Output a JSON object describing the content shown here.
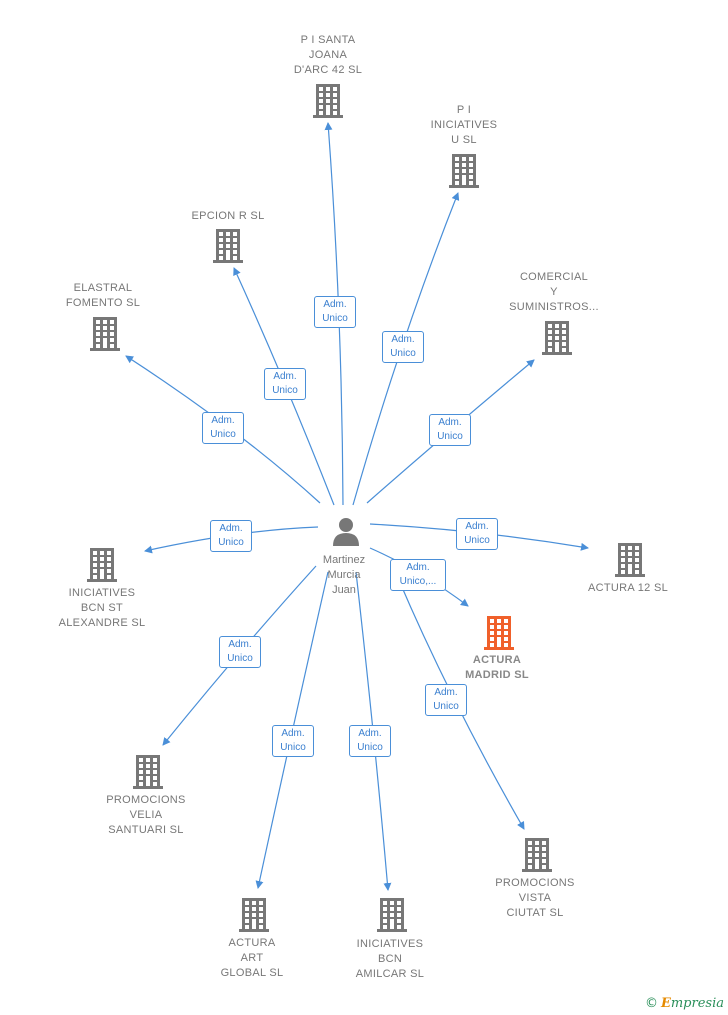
{
  "center": {
    "name_lines": [
      "Martinez",
      "Murcia",
      "Juan"
    ]
  },
  "companies": [
    {
      "id": "pi-santa-joana",
      "lines": [
        "P I SANTA",
        "JOANA",
        "D'ARC 42 SL"
      ],
      "highlight": false
    },
    {
      "id": "pi-iniciatives",
      "lines": [
        "P I",
        "INICIATIVES",
        "U SL"
      ],
      "highlight": false
    },
    {
      "id": "epcion",
      "lines": [
        "EPCION R SL"
      ],
      "highlight": false
    },
    {
      "id": "comercial",
      "lines": [
        "COMERCIAL",
        "Y",
        "SUMINISTROS..."
      ],
      "highlight": false
    },
    {
      "id": "elastral",
      "lines": [
        "ELASTRAL",
        "FOMENTO SL"
      ],
      "highlight": false
    },
    {
      "id": "iniciatives-bcn-st",
      "lines": [
        "INICIATIVES",
        "BCN ST",
        "ALEXANDRE SL"
      ],
      "highlight": false
    },
    {
      "id": "actura-12",
      "lines": [
        "ACTURA 12 SL"
      ],
      "highlight": false
    },
    {
      "id": "actura-madrid",
      "lines": [
        "ACTURA",
        "MADRID  SL"
      ],
      "highlight": true
    },
    {
      "id": "promocions-velia",
      "lines": [
        "PROMOCIONS",
        "VELIA",
        "SANTUARI SL"
      ],
      "highlight": false
    },
    {
      "id": "promocions-vista",
      "lines": [
        "PROMOCIONS",
        "VISTA",
        "CIUTAT SL"
      ],
      "highlight": false
    },
    {
      "id": "actura-art",
      "lines": [
        "ACTURA",
        "ART",
        "GLOBAL  SL"
      ],
      "highlight": false
    },
    {
      "id": "iniciatives-bcn-amilcar",
      "lines": [
        "INICIATIVES",
        "BCN",
        "AMILCAR SL"
      ],
      "highlight": false
    }
  ],
  "edges": [
    {
      "target": "pi-santa-joana",
      "lines": [
        "Adm.",
        "Unico"
      ]
    },
    {
      "target": "pi-iniciatives",
      "lines": [
        "Adm.",
        "Unico"
      ]
    },
    {
      "target": "epcion",
      "lines": [
        "Adm.",
        "Unico"
      ]
    },
    {
      "target": "comercial",
      "lines": [
        "Adm.",
        "Unico"
      ]
    },
    {
      "target": "elastral",
      "lines": [
        "Adm.",
        "Unico"
      ]
    },
    {
      "target": "iniciatives-bcn-st",
      "lines": [
        "Adm.",
        "Unico"
      ]
    },
    {
      "target": "actura-12",
      "lines": [
        "Adm.",
        "Unico"
      ]
    },
    {
      "target": "actura-madrid",
      "lines": [
        "Adm.",
        "Unico,..."
      ]
    },
    {
      "target": "promocions-velia",
      "lines": [
        "Adm.",
        "Unico"
      ]
    },
    {
      "target": "promocions-vista",
      "lines": [
        "Adm.",
        "Unico"
      ]
    },
    {
      "target": "actura-art",
      "lines": [
        "Adm.",
        "Unico"
      ]
    },
    {
      "target": "iniciatives-bcn-amilcar",
      "lines": [
        "Adm.",
        "Unico"
      ]
    }
  ],
  "colors": {
    "edge": "#4a8fd8",
    "building": "#777777",
    "building_highlight": "#f0602a",
    "person": "#777777"
  },
  "footer": {
    "copyright": "©",
    "brand_initial": "E",
    "brand_rest": "mpresia"
  }
}
